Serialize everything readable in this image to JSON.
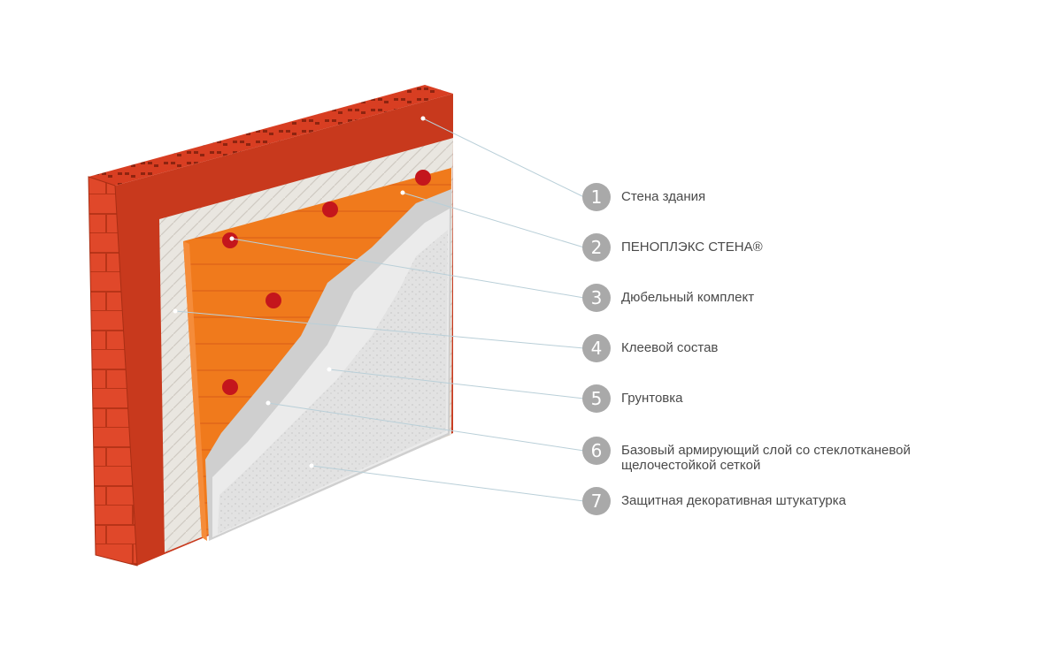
{
  "legend": [
    {
      "number": "1",
      "label": "Стена здания"
    },
    {
      "number": "2",
      "label": "ПЕНОПЛЭКС СТЕНА®"
    },
    {
      "number": "3",
      "label": "Дюбельный комплект"
    },
    {
      "number": "4",
      "label": "Клеевой состав"
    },
    {
      "number": "5",
      "label": "Грунтовка"
    },
    {
      "number": "6",
      "label": "Базовый армирующий слой со стеклотканевой щелочестойкой сеткой"
    },
    {
      "number": "7",
      "label": "Защитная декоративная штукатурка"
    }
  ],
  "colors": {
    "brick": "#e0482a",
    "brick_dark": "#b83418",
    "insulation": "#f07a1c",
    "plaster": "#e4e4e4",
    "dowel": "#c4161c",
    "badge": "#a9a9a9",
    "leader_line": "#b9cfd8",
    "text": "#4a4a4a"
  }
}
